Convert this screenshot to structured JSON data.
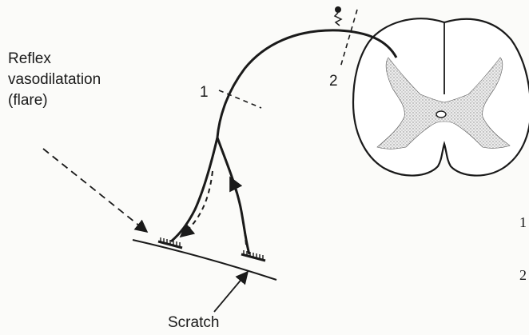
{
  "labels": {
    "reflex_line1": "Reflex",
    "reflex_line2": "vasodilatation",
    "reflex_line3": "(flare)",
    "scratch": "Scratch",
    "cut_1": "1",
    "cut_2": "2",
    "edge_1": "1",
    "edge_2": "2"
  },
  "colors": {
    "ink": "#1a1a1a",
    "grey_matter": "#d4d4d4",
    "background": "#fbfbf9"
  }
}
